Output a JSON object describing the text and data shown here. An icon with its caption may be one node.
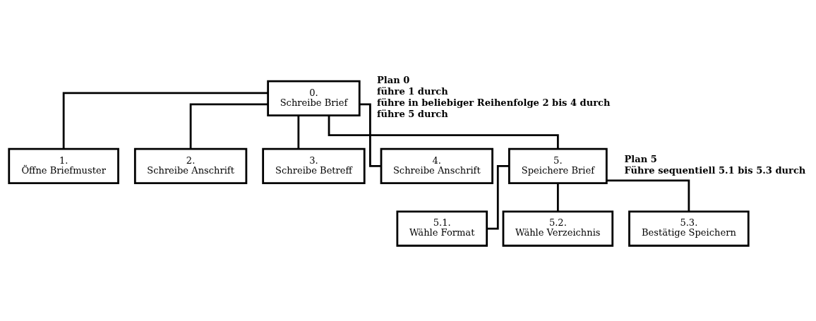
{
  "diagram": {
    "nodes": [
      {
        "text": [
          "0.",
          "Schreibe Brief"
        ],
        "beside": [
          "Plan 0",
          "führe 1 durch",
          "führe in beliebiger Reihenfolge 2 bis 4 durch",
          "führe 5 durch"
        ]
      },
      {
        "text": [
          "1.",
          "Öffne Briefmuster"
        ]
      },
      {
        "text": [
          "2.",
          "Schreibe Anschrift"
        ]
      },
      {
        "text": [
          "3.",
          "Schreibe Betreff"
        ]
      },
      {
        "text": [
          "4.",
          "Schreibe Anschrift"
        ]
      },
      {
        "text": [
          "5.",
          "Speichere Brief"
        ],
        "beside": [
          "Plan 5",
          "Führe sequentiell 5.1 bis 5.3 durch"
        ]
      },
      {
        "text": [
          "5.1.",
          "Wähle Format"
        ]
      },
      {
        "text": [
          "5.2.",
          "Wähle Verzeichnis"
        ]
      },
      {
        "text": [
          "5.3.",
          "Bestätige Speichern"
        ]
      }
    ],
    "edges": [
      {
        "from": 0,
        "to": 1,
        "arrow": "none"
      },
      {
        "from": 0,
        "to": 2,
        "arrow": "none"
      },
      {
        "from": 0,
        "to": 3,
        "arrow": "none"
      },
      {
        "from": 0,
        "to": 4,
        "arrow": "none"
      },
      {
        "from": 0,
        "to": 5,
        "arrow": "none"
      },
      {
        "from": 5,
        "to": 6,
        "arrow": "none"
      },
      {
        "from": 5,
        "to": 7,
        "arrow": "none"
      },
      {
        "from": 5,
        "to": 8,
        "arrow": "none"
      }
    ]
  }
}
